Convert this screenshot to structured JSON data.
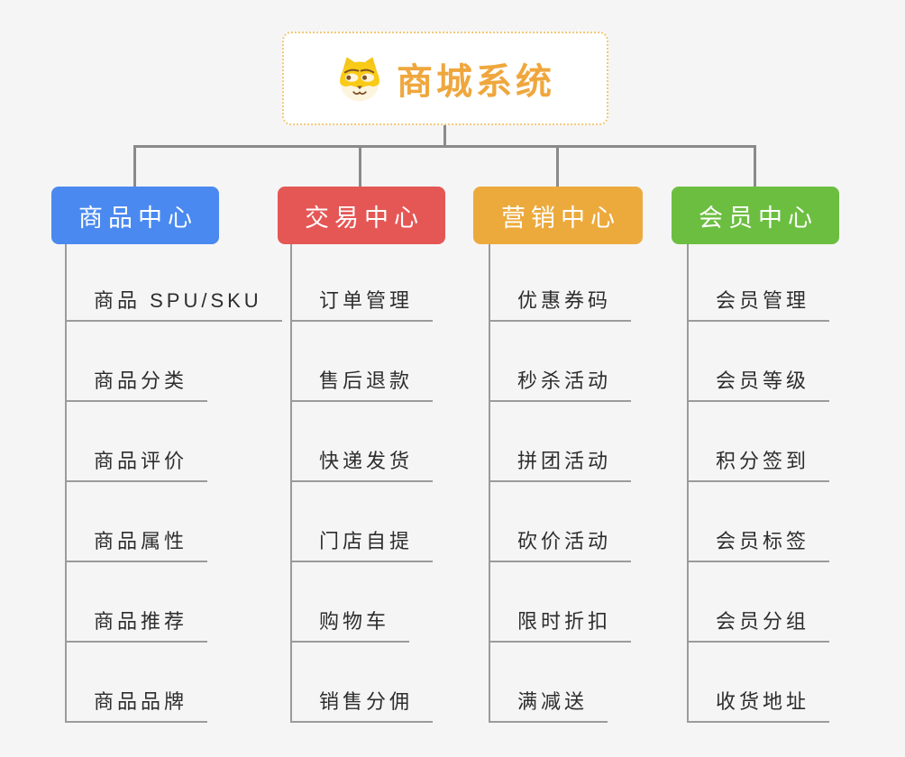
{
  "root": {
    "title": "商城系统",
    "icon": "dog-face-icon"
  },
  "branches": [
    {
      "label": "商品中心",
      "color": "#4a89f0",
      "items": [
        "商品 SPU/SKU",
        "商品分类",
        "商品评价",
        "商品属性",
        "商品推荐",
        "商品品牌"
      ]
    },
    {
      "label": "交易中心",
      "color": "#e45755",
      "items": [
        "订单管理",
        "售后退款",
        "快递发货",
        "门店自提",
        "购物车",
        "销售分佣"
      ]
    },
    {
      "label": "营销中心",
      "color": "#ecaa3d",
      "items": [
        "优惠券码",
        "秒杀活动",
        "拼团活动",
        "砍价活动",
        "限时折扣",
        "满减送"
      ]
    },
    {
      "label": "会员中心",
      "color": "#6cbe40",
      "items": [
        "会员管理",
        "会员等级",
        "积分签到",
        "会员标签",
        "会员分组",
        "收货地址"
      ]
    }
  ],
  "colors": {
    "background": "#f5f5f5",
    "root_accent": "#efa73d",
    "root_border": "#f2c878",
    "connector": "#8a8a8a",
    "leaf_line": "#9b9b9b",
    "leaf_text": "#2d2d2d"
  }
}
